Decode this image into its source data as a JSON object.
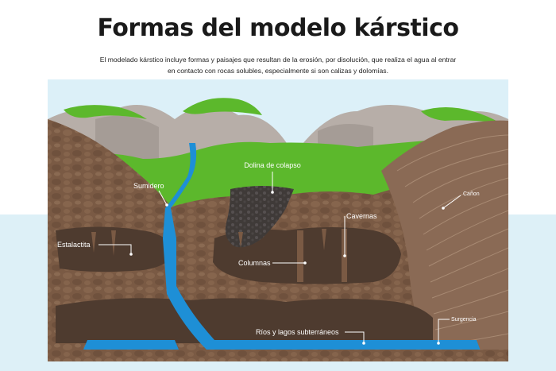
{
  "header": {
    "title": "Formas del modelo kárstico",
    "subtitle_line1": "El modelado kárstico incluye formas y paisajes que resultan de la erosión, por disolución, que realiza el agua al entrar",
    "subtitle_line2": "en contacto con rocas solubles, especialmente si son calizas y dolomías."
  },
  "labels": {
    "dolina": "Dolina de colapso",
    "sumidero": "Sumidero",
    "canon": "Cañon",
    "cavernas": "Cavernas",
    "estalactita": "Estalactita",
    "columnas": "Columnas",
    "rios": "Ríos y lagos subterráneos",
    "surgencia": "Surgencia"
  },
  "colors": {
    "sky": "#ddf0f7",
    "grass": "#5cb82c",
    "rock_brown": "#7a5a44",
    "cave_dark": "#4e3b2f",
    "water": "#1e8fd6",
    "mountain_gray": "#b7aea8"
  }
}
